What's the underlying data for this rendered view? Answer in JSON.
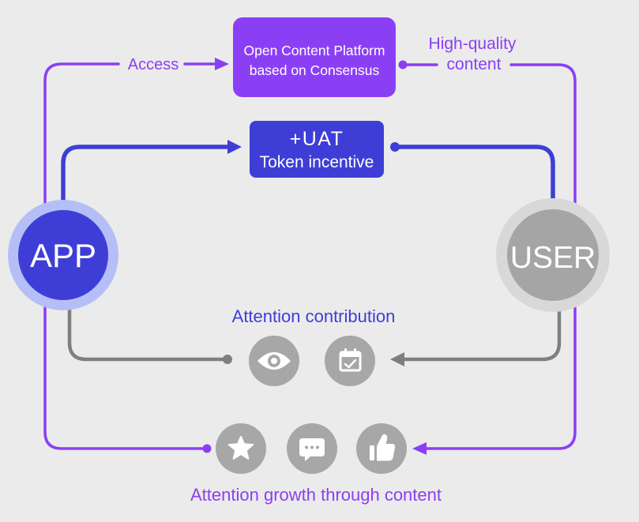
{
  "colors": {
    "background": "#ebebeb",
    "purple": "#8b3ff5",
    "blue": "#3e3ed7",
    "blue_ring": "#b5bef6",
    "gray_node": "#a5a5a5",
    "gray_ring": "#d8d8d8",
    "gray_line": "#7f7f7f",
    "icon_fill": "#a7a7a7"
  },
  "platform_box": {
    "line1": "Open Content Platform",
    "line2": "based on Consensus"
  },
  "access_label": "Access",
  "quality_label": {
    "line1": "High-quality",
    "line2": "content"
  },
  "token_box": {
    "line1": "+UAT",
    "line2": "Token incentive"
  },
  "app_node": {
    "label": "APP"
  },
  "user_node": {
    "label": "USER"
  },
  "attention_contribution": {
    "label": "Attention contribution",
    "icons": [
      "eye-icon",
      "calendar-check-icon"
    ]
  },
  "attention_growth": {
    "label": "Attention growth through content",
    "icons": [
      "star-icon",
      "chat-icon",
      "thumbs-up-icon"
    ]
  }
}
